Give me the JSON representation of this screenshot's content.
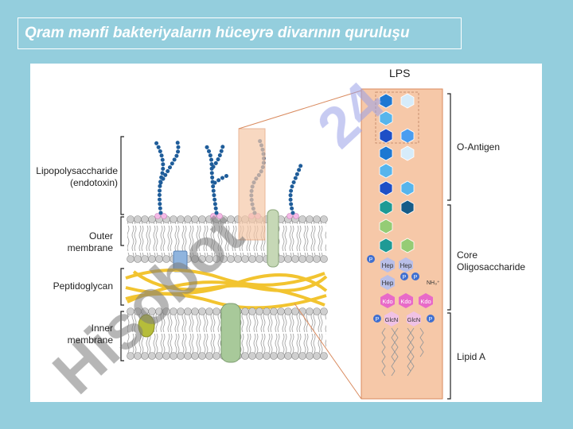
{
  "slide": {
    "title": "Qram mənfi bakteriyaların  hüceyrə divarının quruluşu"
  },
  "diagram": {
    "left_labels": {
      "lps": "Lipopolysaccharide\n(endotoxin)",
      "outer_membrane": "Outer\nmembrane",
      "peptidoglycan": "Peptidoglycan",
      "inner_membrane": "Inner\nmembrane"
    },
    "lps_title": "LPS",
    "right_labels": {
      "o_antigen": "O-Antigen",
      "core": "Core\nOligosaccharide",
      "lipid_a": "Lipid A"
    },
    "sugars": {
      "hep": "Hep",
      "kdo": "Kdo",
      "glcn": "GlcN",
      "phosphate": "P",
      "amine": "NH₃⁺"
    },
    "colors": {
      "background": "#94cedd",
      "lps_panel": "#f6c8a8",
      "bead": "#1f5d9a",
      "peptidoglycan": "#f2c430",
      "kdo": "#e86ac8",
      "hep": "#b9bfe8",
      "protein": "#a8c99a"
    }
  }
}
